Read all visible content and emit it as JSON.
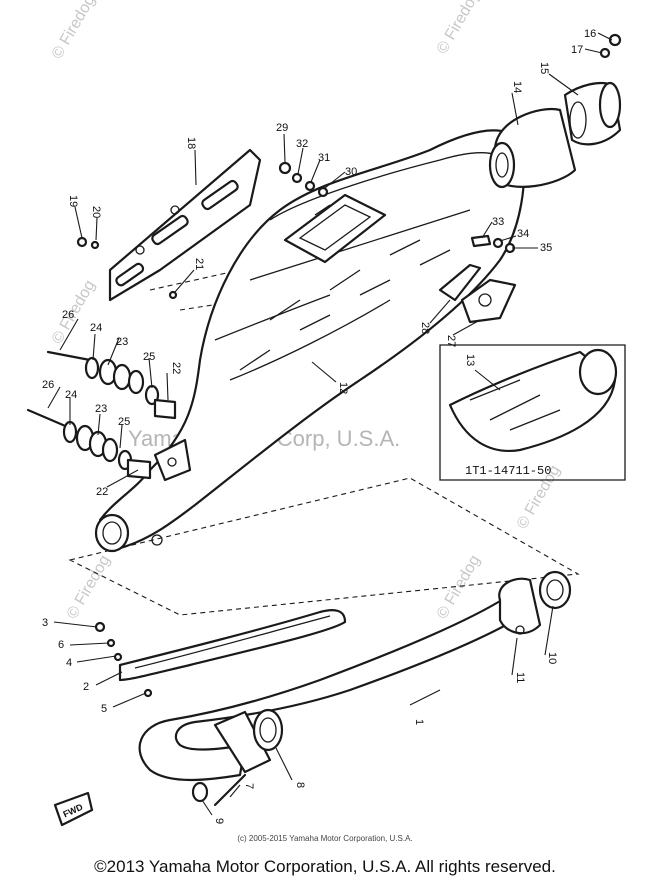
{
  "watermark": {
    "brand": "© Firedog",
    "center_text": "Yamaha Motor Corp, U.S.A."
  },
  "inset": {
    "part_code": "1T1-14711-50"
  },
  "labels": {
    "fwd": "FWD"
  },
  "callouts": [
    "1",
    "2",
    "3",
    "4",
    "5",
    "6",
    "7",
    "8",
    "9",
    "10",
    "11",
    "12",
    "13",
    "14",
    "15",
    "16",
    "17",
    "18",
    "19",
    "20",
    "21",
    "22",
    "23",
    "24",
    "25",
    "26",
    "27",
    "28",
    "29",
    "30",
    "31",
    "32",
    "33",
    "34",
    "35"
  ],
  "footer": {
    "small_copyright": "(c) 2005-2015 Yamaha Motor Corporation, U.S.A.",
    "copyright": "©2013 Yamaha Motor Corporation, U.S.A. All rights reserved."
  }
}
